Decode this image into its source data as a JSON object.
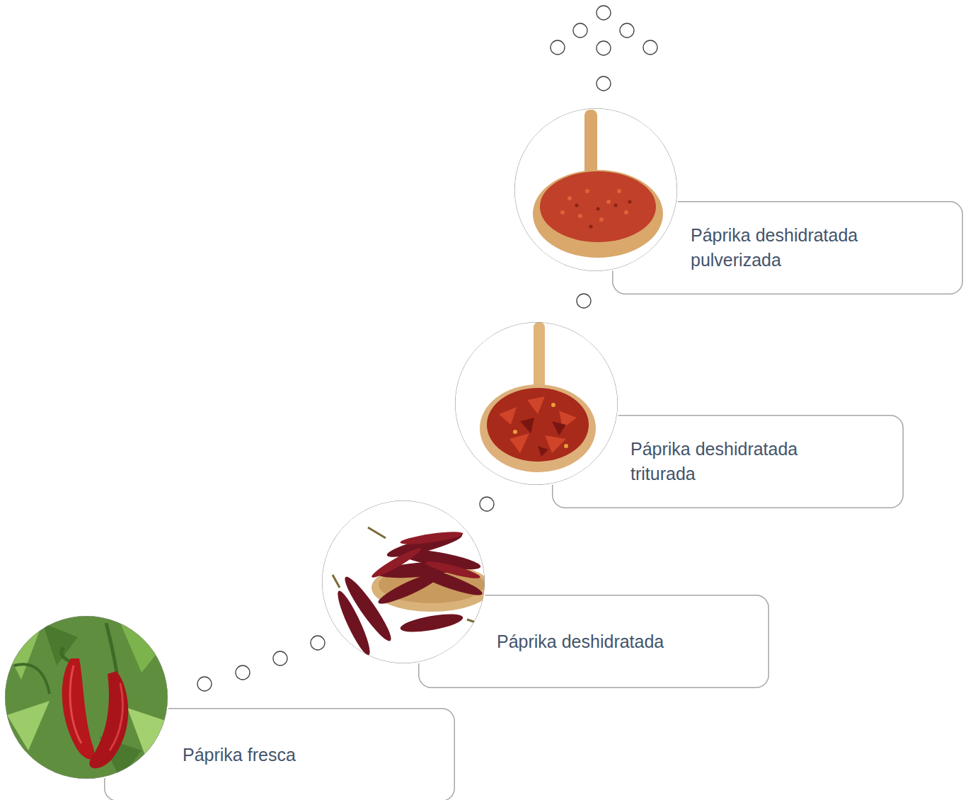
{
  "diagram": {
    "nodes": [
      {
        "text": [
          "Páprika fresca"
        ]
      },
      {
        "text": [
          "Páprika deshidratada"
        ]
      },
      {
        "text": [
          "Páprika deshidratada triturada"
        ]
      },
      {
        "text": [
          "Páprika deshidratada pulverizada"
        ]
      }
    ]
  }
}
